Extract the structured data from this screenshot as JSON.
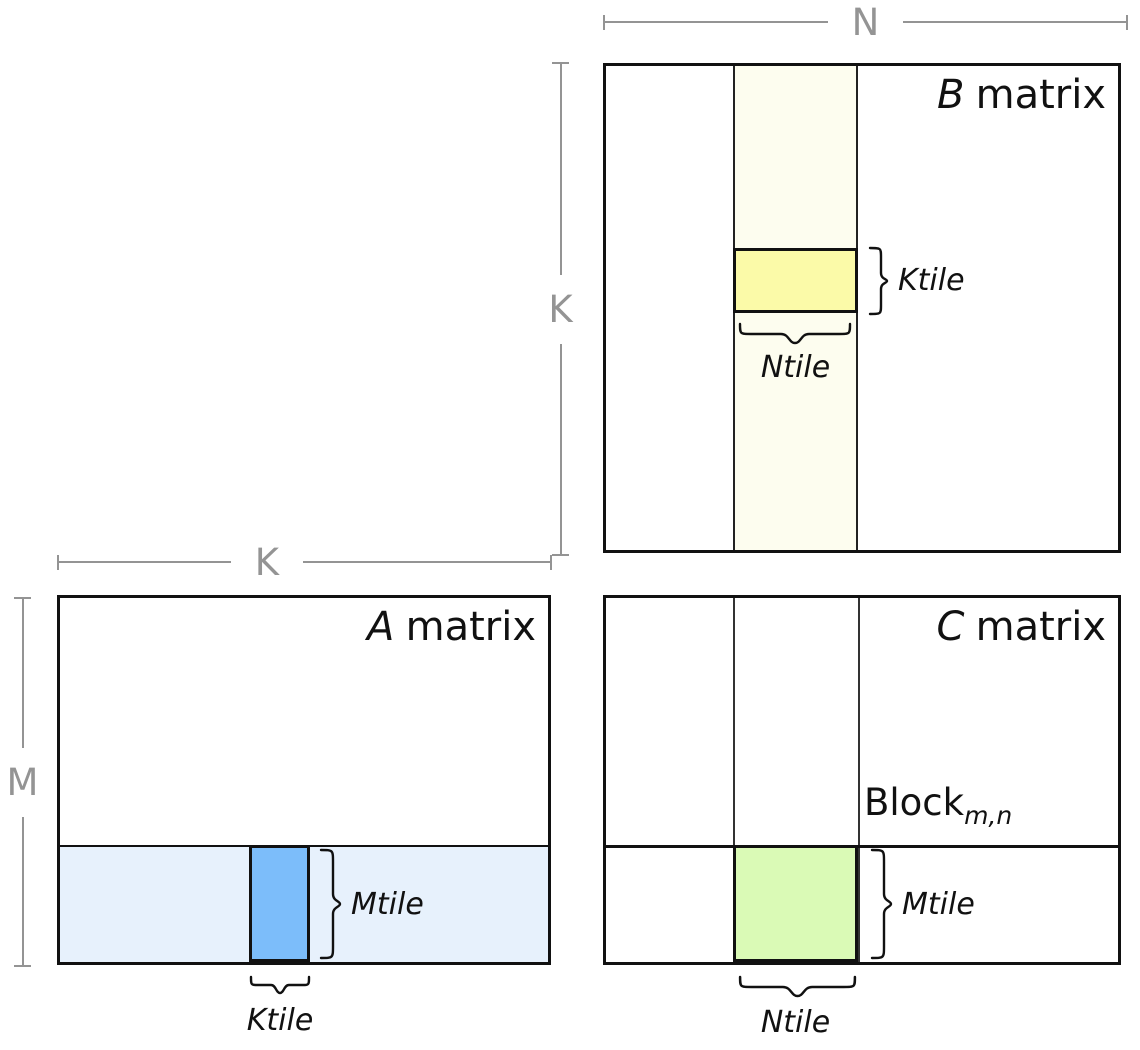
{
  "figure": {
    "dim_n_label": "N",
    "dim_k_vertical_label": "K",
    "dim_k_horizontal_label": "K",
    "dim_m_label": "M"
  },
  "matrix_b": {
    "title_letter": "B",
    "title_word": "matrix",
    "ktile_label": "Ktile",
    "ntile_label": "Ntile"
  },
  "matrix_a": {
    "title_letter": "A",
    "title_word": "matrix",
    "mtile_label": "Mtile",
    "ktile_label": "Ktile"
  },
  "matrix_c": {
    "title_letter": "C",
    "title_word": "matrix",
    "block_word": "Block",
    "block_subscript": "m,n",
    "mtile_label": "Mtile",
    "ntile_label": "Ntile"
  },
  "colors": {
    "b_strip_cream": "#FDFDEF",
    "b_tile_yellow": "#FBFAA8",
    "a_strip_lightblue": "#E7F1FC",
    "a_tile_blue": "#7CBDFA",
    "c_tile_green": "#DAFAB6",
    "dimension_gray": "#949494",
    "line_black": "#111111"
  }
}
